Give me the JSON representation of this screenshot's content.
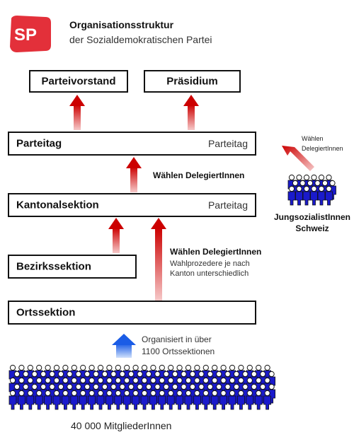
{
  "logo": {
    "text": "SP",
    "color": "#e3303a"
  },
  "header": {
    "title": "Organisationsstruktur",
    "subtitle": "der Sozialdemokratischen Partei"
  },
  "boxes": {
    "parteivorstand": "Parteivorstand",
    "praesidium": "Präsidium",
    "parteitag": {
      "label": "Parteitag",
      "sub": "Parteitag"
    },
    "kantonalsektion": {
      "label": "Kantonalsektion",
      "sub": "Parteitag"
    },
    "bezirkssektion": "Bezirkssektion",
    "ortssektion": "Ortssektion"
  },
  "annotations": {
    "waehlen1": "Wählen DelegiertInnen",
    "waehlen2": "Wählen DelegiertInnen",
    "wahlprozedere_1": "Wahlprozedere je nach",
    "wahlprozedere_2": "Kanton unterschiedlich",
    "organisiert_1": "Organisiert in über",
    "organisiert_2": "1100 Ortssektionen",
    "juso_waehlen_1": "Wählen",
    "juso_waehlen_2": "DelegiertInnen",
    "juso_1": "JungsozialistInnen",
    "juso_2": "Schweiz",
    "members": "40 000 MitgliederInnen"
  },
  "colors": {
    "arrow_red": "#cc0000",
    "arrow_blue": "#1a5ce6",
    "person_blue": "#1a1acc"
  }
}
